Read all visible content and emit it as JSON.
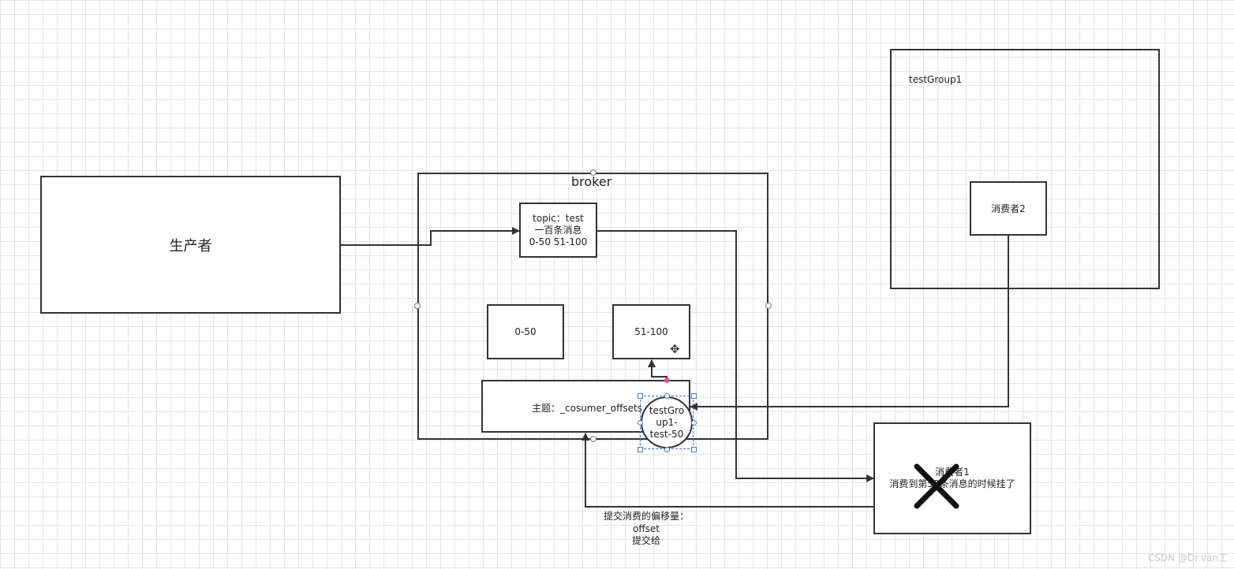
{
  "diagram": {
    "producer": {
      "label": "生产者"
    },
    "broker": {
      "title": "broker",
      "topic_box": {
        "text": "topic：test\n一百条消息\n0-50 51-100"
      },
      "partition_a": {
        "label": "0-50"
      },
      "partition_b": {
        "label": "51-100"
      },
      "offsets_topic": {
        "label": "主题：_cosumer_offsets"
      },
      "offset_record": {
        "text": "testGro\nup1-\ntest-50"
      }
    },
    "group": {
      "title": "testGroup1",
      "consumer2": {
        "label": "消费者2"
      }
    },
    "consumer1": {
      "text": "消费者1\n消费到第50条消息的时候挂了"
    },
    "commit_note": {
      "text": "提交消费的偏移量：\noffset\n提交给"
    },
    "watermark": "CSDN @Dr.van工"
  }
}
